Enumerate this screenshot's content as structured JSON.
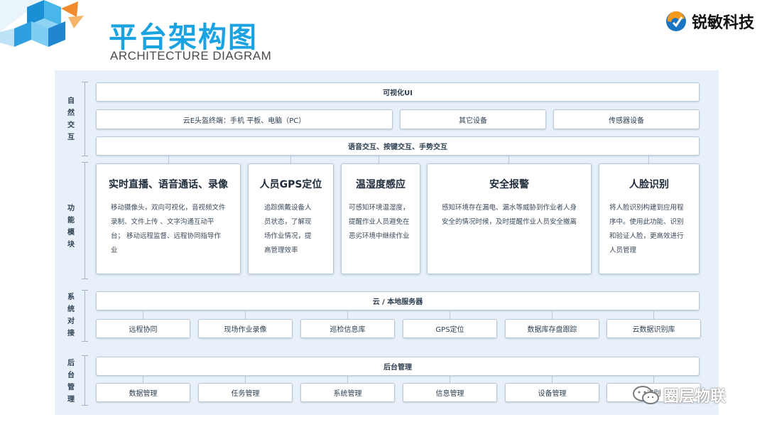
{
  "header": {
    "title": "平台架构图",
    "subtitle": "ARCHITECTURE  DIAGRAM",
    "brand_name": "锐敏科技"
  },
  "layers": {
    "interaction": "自然交互",
    "function": "功能模块",
    "docking": "系统对接",
    "backend": "后台管理"
  },
  "interaction": {
    "visual_ui": "可视化UI",
    "devices": [
      "云E头盔终端：手机 平板、电脑（PC）",
      "其它设备",
      "传感器设备"
    ],
    "modes": "语音交互、按键交互、手势交互"
  },
  "modules": [
    {
      "title": "实时直播、语音通话、录像",
      "desc": "移动摄像头，双向可视化，音视频文件录制、文件上传 、文字沟通互动平台； 移动远程监督、远程协同指导作业"
    },
    {
      "title": "人员GPS定位",
      "desc": "追踪佩戴设备人员状态，了解现场作业情况，提高管理效率"
    },
    {
      "title": "温湿度感应",
      "desc": "可感知环境温湿度，提醒作业人员避免在恶劣环境中继续作业"
    },
    {
      "title": "安全报警",
      "desc": "感知环境存在漏电、漏水等威胁到作业者人身安全的情况时候，及时提醒作业人员安全撤离"
    },
    {
      "title": "人脸识别",
      "desc": "将人脸识别构建到应用程序中。使用此功能、识别和验证人脸，更高效进行人员管理"
    }
  ],
  "docking": {
    "server": "云 / 本地服务器",
    "items": [
      "远程协同",
      "现场作业录像",
      "巡检信息库",
      "GPS定位",
      "数据库存盘跟踪",
      "云数据识别库"
    ]
  },
  "backend": {
    "title": "后台管理",
    "items": [
      "数据管理",
      "任务管理",
      "系统管理",
      "信息管理",
      "设备管理",
      "识别"
    ]
  },
  "watermark": "圈层物联",
  "colors": {
    "accent": "#1aa3e0",
    "panel": "#e8f1fa",
    "border": "#b9c9d8"
  }
}
